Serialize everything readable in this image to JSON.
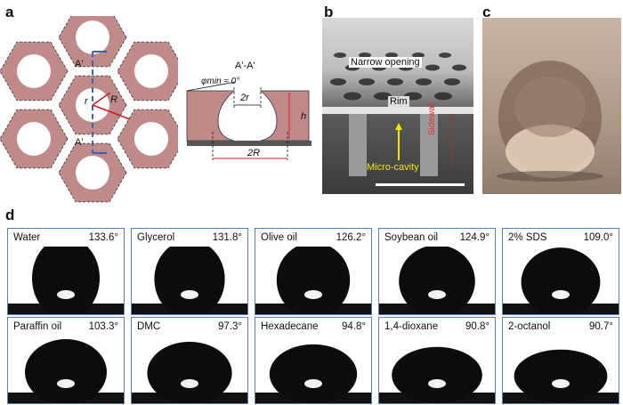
{
  "panels": {
    "a": "a",
    "b": "b",
    "c": "c",
    "d": "d"
  },
  "panel_a": {
    "section_label_top": "A'",
    "section_label_bottom": "A'",
    "r_label": "r",
    "R_label": "R",
    "section_title": "A'-A'",
    "phi_label": "φmin ≈ 0°",
    "two_r_label": "2r",
    "h_label": "h",
    "two_R_label": "2R"
  },
  "panel_b": {
    "narrow_opening": "Narrow opening",
    "rim": "Rim",
    "sidewall": "Sidewall",
    "micro_cavity": "Micro-cavity"
  },
  "panel_d": {
    "liquids": [
      {
        "name": "Water",
        "angle": "133.6°"
      },
      {
        "name": "Glycerol",
        "angle": "131.8°"
      },
      {
        "name": "Olive oil",
        "angle": "126.2°"
      },
      {
        "name": "Soybean oil",
        "angle": "124.9°"
      },
      {
        "name": "2% SDS",
        "angle": "109.0°"
      },
      {
        "name": "Paraffin oil",
        "angle": "103.3°"
      },
      {
        "name": "DMC",
        "angle": "97.3°"
      },
      {
        "name": "Hexadecane",
        "angle": "94.8°"
      },
      {
        "name": "1,4-dioxane",
        "angle": "90.8°"
      },
      {
        "name": "2-octanol",
        "angle": "90.7°"
      }
    ]
  },
  "colors": {
    "membrane": "#c08a89",
    "cell_border": "#5a7fb5"
  }
}
